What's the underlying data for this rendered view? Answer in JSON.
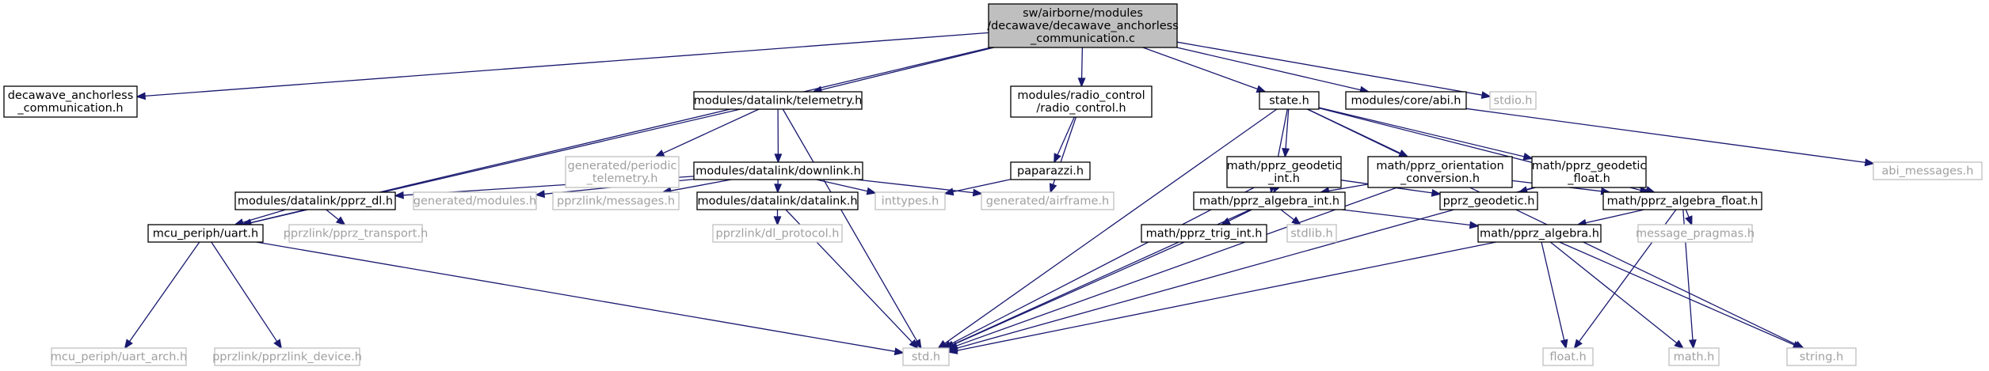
{
  "colors": {
    "edge": "#191970",
    "root_fill": "#bfbfbf",
    "node_fill": "#ffffff",
    "node_border": "#000000",
    "external_border": "#bfbfbf",
    "external_text": "#a0a0a0"
  },
  "nodes": [
    {
      "id": "root",
      "lines": [
        "sw/airborne/modules",
        "/decawave/decawave_anchorless",
        "_communication.c"
      ],
      "kind": "root"
    },
    {
      "id": "decawave_h",
      "lines": [
        "decawave_anchorless",
        "_communication.h"
      ],
      "kind": "local"
    },
    {
      "id": "telemetry_h",
      "lines": [
        "modules/datalink/telemetry.h"
      ],
      "kind": "local"
    },
    {
      "id": "radio_control_h",
      "lines": [
        "modules/radio_control",
        "/radio_control.h"
      ],
      "kind": "local"
    },
    {
      "id": "state_h",
      "lines": [
        "state.h"
      ],
      "kind": "local"
    },
    {
      "id": "abi_h",
      "lines": [
        "modules/core/abi.h"
      ],
      "kind": "local"
    },
    {
      "id": "stdio_h",
      "lines": [
        "stdio.h"
      ],
      "kind": "external"
    },
    {
      "id": "abi_messages_h",
      "lines": [
        "abi_messages.h"
      ],
      "kind": "external"
    },
    {
      "id": "periodic_telemetry_h",
      "lines": [
        "generated/periodic",
        "_telemetry.h"
      ],
      "kind": "external"
    },
    {
      "id": "downlink_h",
      "lines": [
        "modules/datalink/downlink.h"
      ],
      "kind": "local"
    },
    {
      "id": "paparazzi_h",
      "lines": [
        "paparazzi.h"
      ],
      "kind": "local"
    },
    {
      "id": "pprz_geodetic_int_h",
      "lines": [
        "math/pprz_geodetic",
        "_int.h"
      ],
      "kind": "local"
    },
    {
      "id": "pprz_orientation_conversion_h",
      "lines": [
        "math/pprz_orientation",
        "_conversion.h"
      ],
      "kind": "local"
    },
    {
      "id": "pprz_geodetic_float_h",
      "lines": [
        "math/pprz_geodetic",
        "_float.h"
      ],
      "kind": "local"
    },
    {
      "id": "pprz_dl_h",
      "lines": [
        "modules/datalink/pprz_dl.h"
      ],
      "kind": "local"
    },
    {
      "id": "generated_modules_h",
      "lines": [
        "generated/modules.h"
      ],
      "kind": "external"
    },
    {
      "id": "pprzlink_messages_h",
      "lines": [
        "pprzlink/messages.h"
      ],
      "kind": "external"
    },
    {
      "id": "datalink_h",
      "lines": [
        "modules/datalink/datalink.h"
      ],
      "kind": "local"
    },
    {
      "id": "inttypes_h",
      "lines": [
        "inttypes.h"
      ],
      "kind": "external"
    },
    {
      "id": "generated_airframe_h",
      "lines": [
        "generated/airframe.h"
      ],
      "kind": "external"
    },
    {
      "id": "pprz_algebra_int_h",
      "lines": [
        "math/pprz_algebra_int.h"
      ],
      "kind": "local"
    },
    {
      "id": "pprz_geodetic_h",
      "lines": [
        "pprz_geodetic.h"
      ],
      "kind": "local"
    },
    {
      "id": "pprz_algebra_float_h",
      "lines": [
        "math/pprz_algebra_float.h"
      ],
      "kind": "local"
    },
    {
      "id": "uart_h",
      "lines": [
        "mcu_periph/uart.h"
      ],
      "kind": "local"
    },
    {
      "id": "pprz_transport_h",
      "lines": [
        "pprzlink/pprz_transport.h"
      ],
      "kind": "external"
    },
    {
      "id": "dl_protocol_h",
      "lines": [
        "pprzlink/dl_protocol.h"
      ],
      "kind": "external"
    },
    {
      "id": "pprz_trig_int_h",
      "lines": [
        "math/pprz_trig_int.h"
      ],
      "kind": "local"
    },
    {
      "id": "stdlib_h",
      "lines": [
        "stdlib.h"
      ],
      "kind": "external"
    },
    {
      "id": "pprz_algebra_h",
      "lines": [
        "math/pprz_algebra.h"
      ],
      "kind": "local"
    },
    {
      "id": "message_pragmas_h",
      "lines": [
        "message_pragmas.h"
      ],
      "kind": "external"
    },
    {
      "id": "string_h",
      "lines": [
        "string.h"
      ],
      "kind": "external"
    },
    {
      "id": "uart_arch_h",
      "lines": [
        "mcu_periph/uart_arch.h"
      ],
      "kind": "external"
    },
    {
      "id": "pprzlink_device_h",
      "lines": [
        "pprzlink/pprzlink_device.h"
      ],
      "kind": "external"
    },
    {
      "id": "std_h",
      "lines": [
        "std.h"
      ],
      "kind": "external"
    },
    {
      "id": "float_h",
      "lines": [
        "float.h"
      ],
      "kind": "external"
    },
    {
      "id": "math_h",
      "lines": [
        "math.h"
      ],
      "kind": "external"
    }
  ],
  "edges": [
    [
      "root",
      "decawave_h"
    ],
    [
      "root",
      "uart_h"
    ],
    [
      "root",
      "telemetry_h"
    ],
    [
      "root",
      "radio_control_h"
    ],
    [
      "root",
      "state_h"
    ],
    [
      "root",
      "abi_h"
    ],
    [
      "root",
      "stdio_h"
    ],
    [
      "telemetry_h",
      "uart_h"
    ],
    [
      "telemetry_h",
      "periodic_telemetry_h"
    ],
    [
      "telemetry_h",
      "downlink_h"
    ],
    [
      "telemetry_h",
      "std_h"
    ],
    [
      "radio_control_h",
      "paparazzi_h"
    ],
    [
      "radio_control_h",
      "generated_airframe_h"
    ],
    [
      "paparazzi_h",
      "inttypes_h"
    ],
    [
      "downlink_h",
      "pprz_dl_h"
    ],
    [
      "downlink_h",
      "generated_modules_h"
    ],
    [
      "downlink_h",
      "pprzlink_messages_h"
    ],
    [
      "downlink_h",
      "datalink_h"
    ],
    [
      "downlink_h",
      "inttypes_h"
    ],
    [
      "downlink_h",
      "generated_airframe_h"
    ],
    [
      "pprz_dl_h",
      "uart_h"
    ],
    [
      "pprz_dl_h",
      "pprz_transport_h"
    ],
    [
      "datalink_h",
      "dl_protocol_h"
    ],
    [
      "datalink_h",
      "std_h"
    ],
    [
      "uart_h",
      "uart_arch_h"
    ],
    [
      "uart_h",
      "pprzlink_device_h"
    ],
    [
      "uart_h",
      "std_h"
    ],
    [
      "state_h",
      "std_h"
    ],
    [
      "state_h",
      "pprz_geodetic_int_h"
    ],
    [
      "state_h",
      "pprz_algebra_int_h"
    ],
    [
      "state_h",
      "pprz_orientation_conversion_h"
    ],
    [
      "state_h",
      "pprz_geodetic_float_h"
    ],
    [
      "state_h",
      "pprz_algebra_float_h"
    ],
    [
      "state_h",
      "string_h"
    ],
    [
      "abi_h",
      "abi_messages_h"
    ],
    [
      "pprz_geodetic_int_h",
      "pprz_algebra_int_h"
    ],
    [
      "pprz_geodetic_int_h",
      "pprz_geodetic_h"
    ],
    [
      "pprz_geodetic_int_h",
      "std_h"
    ],
    [
      "pprz_orientation_conversion_h",
      "pprz_algebra_int_h"
    ],
    [
      "pprz_orientation_conversion_h",
      "pprz_algebra_float_h"
    ],
    [
      "pprz_orientation_conversion_h",
      "std_h"
    ],
    [
      "pprz_geodetic_float_h",
      "pprz_geodetic_h"
    ],
    [
      "pprz_geodetic_float_h",
      "pprz_algebra_float_h"
    ],
    [
      "pprz_geodetic_float_h",
      "std_h"
    ],
    [
      "pprz_algebra_int_h",
      "std_h"
    ],
    [
      "pprz_algebra_int_h",
      "pprz_trig_int_h"
    ],
    [
      "pprz_algebra_int_h",
      "stdlib_h"
    ],
    [
      "pprz_algebra_int_h",
      "pprz_algebra_h"
    ],
    [
      "pprz_trig_int_h",
      "std_h"
    ],
    [
      "pprz_algebra_float_h",
      "pprz_algebra_h"
    ],
    [
      "pprz_algebra_float_h",
      "message_pragmas_h"
    ],
    [
      "pprz_algebra_float_h",
      "float_h"
    ],
    [
      "pprz_algebra_float_h",
      "math_h"
    ],
    [
      "pprz_algebra_h",
      "std_h"
    ],
    [
      "pprz_algebra_h",
      "float_h"
    ],
    [
      "pprz_algebra_h",
      "math_h"
    ],
    [
      "pprz_algebra_h",
      "string_h"
    ]
  ]
}
